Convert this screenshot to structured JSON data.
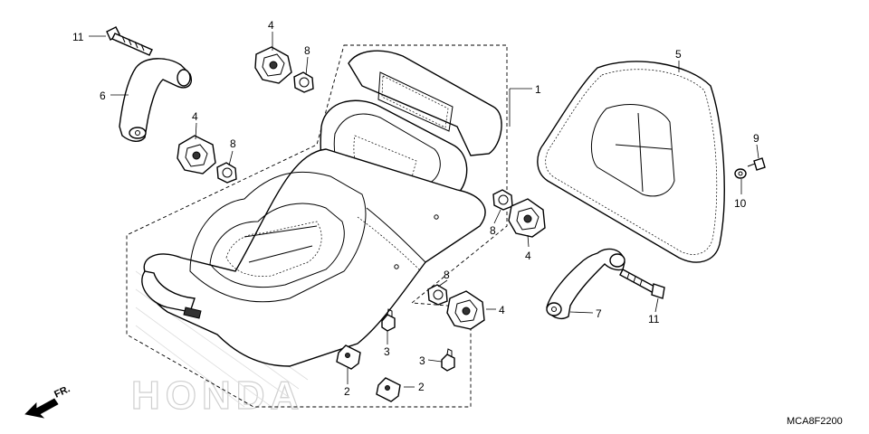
{
  "diagram": {
    "code": "MCA8F2200",
    "direction": "FR.",
    "watermark": "HONDA",
    "callouts": [
      {
        "id": "c11a",
        "text": "11"
      },
      {
        "id": "c6",
        "text": "6"
      },
      {
        "id": "c4a",
        "text": "4"
      },
      {
        "id": "c8a",
        "text": "8"
      },
      {
        "id": "c4b",
        "text": "4"
      },
      {
        "id": "c8b",
        "text": "8"
      },
      {
        "id": "c1",
        "text": "1"
      },
      {
        "id": "c5",
        "text": "5"
      },
      {
        "id": "c9",
        "text": "9"
      },
      {
        "id": "c10",
        "text": "10"
      },
      {
        "id": "c8c",
        "text": "8"
      },
      {
        "id": "c4c",
        "text": "4"
      },
      {
        "id": "c8d",
        "text": "8"
      },
      {
        "id": "c4d",
        "text": "4"
      },
      {
        "id": "c7",
        "text": "7"
      },
      {
        "id": "c11b",
        "text": "11"
      },
      {
        "id": "c3a",
        "text": "3"
      },
      {
        "id": "c3b",
        "text": "3"
      },
      {
        "id": "c2a",
        "text": "2"
      },
      {
        "id": "c2b",
        "text": "2"
      }
    ]
  }
}
